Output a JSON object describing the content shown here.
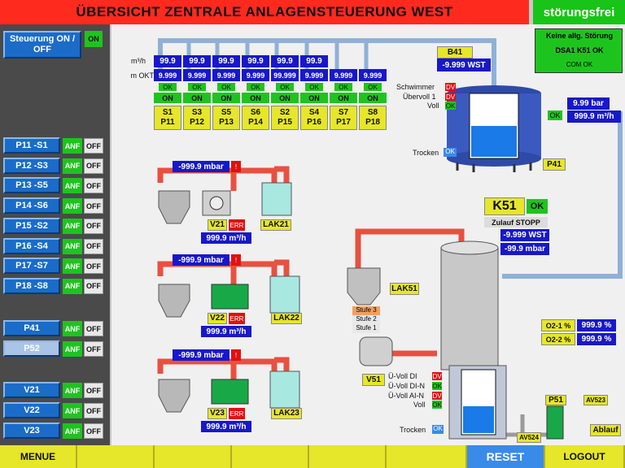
{
  "header": {
    "title": "ÜBERSICHT ZENTRALE ANLAGENSTEUERUNG WEST",
    "status": "störungsfrei"
  },
  "left": {
    "steuerung_label": "Steuerung ON / OFF",
    "steuerung_state": "ON",
    "pumps": [
      {
        "label": "P11 -S1",
        "anf": "ANF",
        "off": "OFF"
      },
      {
        "label": "P12 -S3",
        "anf": "ANF",
        "off": "OFF"
      },
      {
        "label": "P13 -S5",
        "anf": "ANF",
        "off": "OFF"
      },
      {
        "label": "P14 -S6",
        "anf": "ANF",
        "off": "OFF"
      },
      {
        "label": "P15 -S2",
        "anf": "ANF",
        "off": "OFF"
      },
      {
        "label": "P16 -S4",
        "anf": "ANF",
        "off": "OFF"
      },
      {
        "label": "P17 -S7",
        "anf": "ANF",
        "off": "OFF"
      },
      {
        "label": "P18 -S8",
        "anf": "ANF",
        "off": "OFF"
      }
    ],
    "p_units": [
      {
        "label": "P41",
        "anf": "ANF",
        "off": "OFF"
      },
      {
        "label": "P52",
        "anf": "ANF",
        "off": "OFF"
      }
    ],
    "v_units": [
      {
        "label": "V21",
        "anf": "ANF",
        "off": "OFF"
      },
      {
        "label": "V22",
        "anf": "ANF",
        "off": "OFF"
      },
      {
        "label": "V23",
        "anf": "ANF",
        "off": "OFF"
      }
    ]
  },
  "alarms": {
    "line1": "Keine allg. Störung",
    "line2": "DSA1 K51 OK",
    "line3": "COM OK"
  },
  "grid": {
    "unit_flow": "m³/h",
    "unit_level": "m OKT",
    "flows": [
      "99.9",
      "99.9",
      "99.9",
      "99.9",
      "99.9",
      "99.9"
    ],
    "levels": [
      "9.999",
      "9.999",
      "9.999",
      "9.999",
      "99.999",
      "9.999",
      "9.999",
      "9.999"
    ],
    "ok": [
      "OK",
      "OK",
      "OK",
      "OK",
      "OK",
      "OK",
      "OK",
      "OK"
    ],
    "on": [
      "ON",
      "ON",
      "ON",
      "ON",
      "ON",
      "ON",
      "ON",
      "ON"
    ],
    "stations": [
      {
        "s": "S1",
        "p": "P11"
      },
      {
        "s": "S3",
        "p": "P12"
      },
      {
        "s": "S5",
        "p": "P13"
      },
      {
        "s": "S6",
        "p": "P14"
      },
      {
        "s": "S2",
        "p": "P15"
      },
      {
        "s": "S4",
        "p": "P16"
      },
      {
        "s": "S7",
        "p": "P17"
      },
      {
        "s": "S8",
        "p": "P18"
      }
    ]
  },
  "b41": {
    "label": "B41",
    "value": "-9.999 WST",
    "schwimmer": "Schwimmer",
    "ueberv": "Übervoll 1",
    "voll": "Voll",
    "trocken": "Trocken",
    "dv": "DV",
    "ok": "OK"
  },
  "p41": {
    "label": "P41",
    "ok": "OK",
    "pressure": "9.99 bar",
    "flow": "999.9 m³/h"
  },
  "units": [
    {
      "pressure": "-999.9 mbar",
      "alarm": "!",
      "label": "V21",
      "err": "ERR",
      "flow": "999.9 m³/h",
      "lak": "LAK21"
    },
    {
      "pressure": "-999.9 mbar",
      "alarm": "!",
      "label": "V22",
      "err": "ERR",
      "flow": "999.9 m³/h",
      "lak": "LAK22"
    },
    {
      "pressure": "-999.9 mbar",
      "alarm": "!",
      "label": "V23",
      "err": "ERR",
      "flow": "999.9 m³/h",
      "lak": "LAK23"
    }
  ],
  "k51": {
    "label": "K51",
    "ok": "OK",
    "status": "Zulauf STOPP",
    "wst": "-9.999 WST",
    "mbar": "-99.9 mbar",
    "lak": "LAK51",
    "stufe3": "Stufe 3",
    "stufe2": "Stufe 2",
    "stufe1": "Stufe 1",
    "v51": "V51"
  },
  "o2": [
    {
      "label": "O2-1 %",
      "value": "999.9 %"
    },
    {
      "label": "O2-2 %",
      "value": "999.9 %"
    }
  ],
  "tank2": {
    "ue_dl": "Ü-Voll DI",
    "ue_dln": "Ü-Voll DI-N",
    "ue_aln": "Ü-Voll AI-N",
    "voll": "Voll",
    "trocken": "Trocken",
    "ok": "OK",
    "dv": "DV"
  },
  "p51": {
    "label": "P51",
    "av523": "AV523",
    "av524": "AV524",
    "ablauf": "Ablauf"
  },
  "footer": {
    "menue": "MENUE",
    "reset": "RESET",
    "logout": "LOGOUT"
  },
  "colors": {
    "header": "#ff2a1e",
    "status": "#18c418",
    "pipe_red": "#e85040",
    "pipe_blue": "#8fb0d8",
    "value_blue": "#1818c8",
    "anf_green": "#1ec41e",
    "footer": "#e6e62a"
  }
}
